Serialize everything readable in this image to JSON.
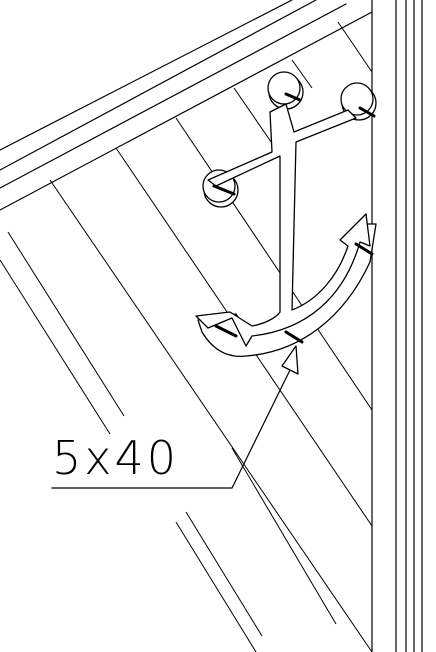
{
  "drawing": {
    "callout_label": "5x40",
    "colors": {
      "line": "#000000",
      "background": "#ffffff"
    },
    "parts": [
      "wall-boards",
      "corner-post",
      "handrail",
      "anchor-ornament",
      "screw"
    ]
  }
}
